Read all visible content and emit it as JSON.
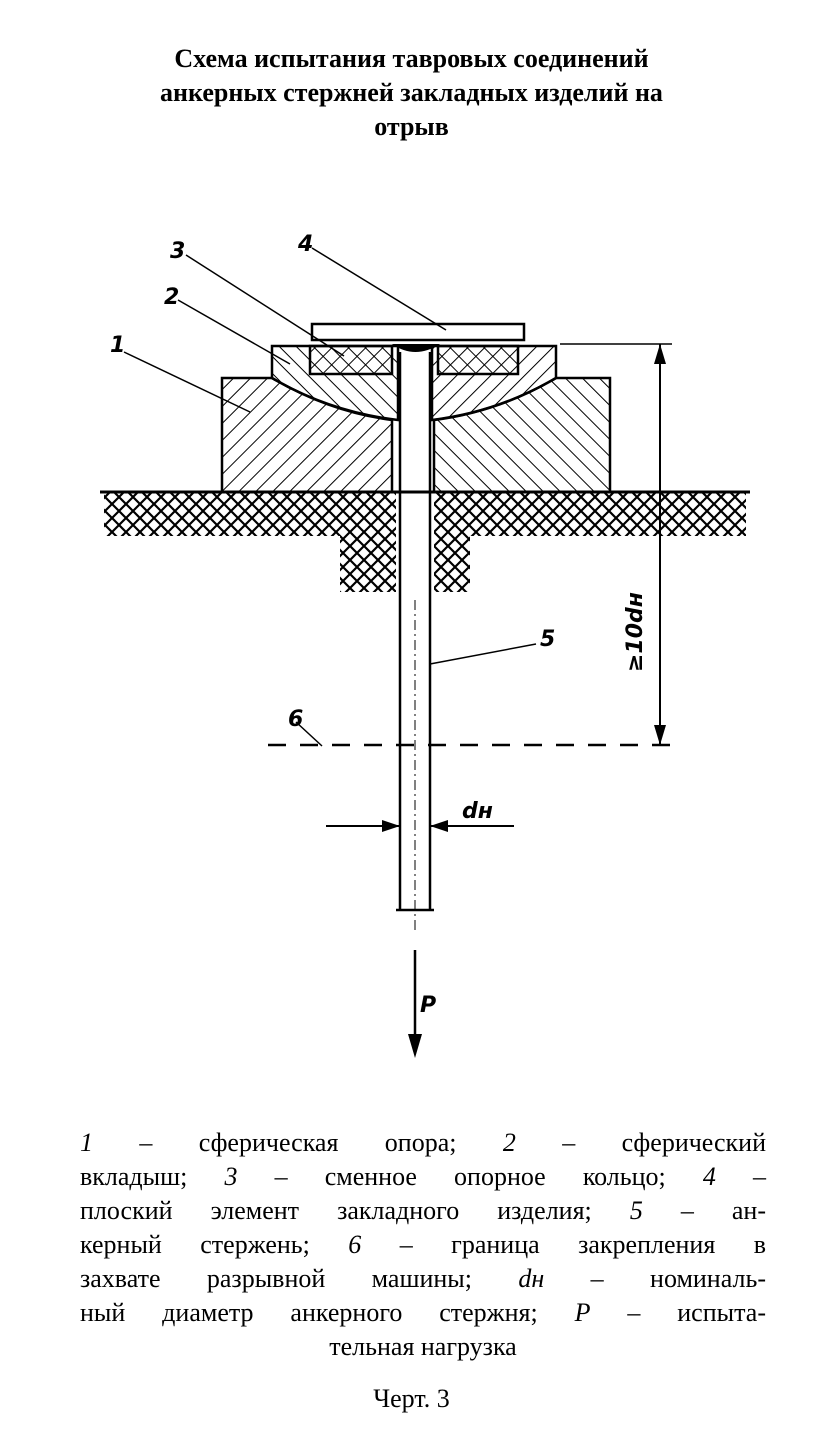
{
  "title": {
    "line1": "Схема испытания тавровых соединений",
    "line2": "анкерных стержней закладных изделий на",
    "line3": "отрыв"
  },
  "figure": {
    "labels": {
      "l1": "1",
      "l2": "2",
      "l3": "3",
      "l4": "4",
      "l5": "5",
      "l6": "6",
      "dim": "≥10dн",
      "dn": "dн",
      "load": "P"
    }
  },
  "legend": {
    "lines": [
      {
        "n1": "1",
        "t1": " – сферическая опора; ",
        "n2": "2",
        "t2": " – сферический"
      },
      {
        "t1": "вкладыш; ",
        "n1": "3",
        "t2": " – сменное опорное кольцо; ",
        "n2": "4",
        "t3": " –"
      },
      {
        "t1": "плоский элемент закладного изделия; ",
        "n1": "5",
        "t2": " – ан-"
      },
      {
        "t1": "керный стержень; ",
        "n1": "6",
        "t2": " – граница закрепления в"
      },
      {
        "t1": "захвате разрывной машины; ",
        "n1": "dн",
        "t2": " – номиналь-"
      },
      {
        "t1": "ный диаметр анкерного стержня; ",
        "n1": "P",
        "t2": " – испыта-"
      },
      {
        "t1": "тельная нагрузка"
      }
    ]
  },
  "caption": "Черт. 3"
}
